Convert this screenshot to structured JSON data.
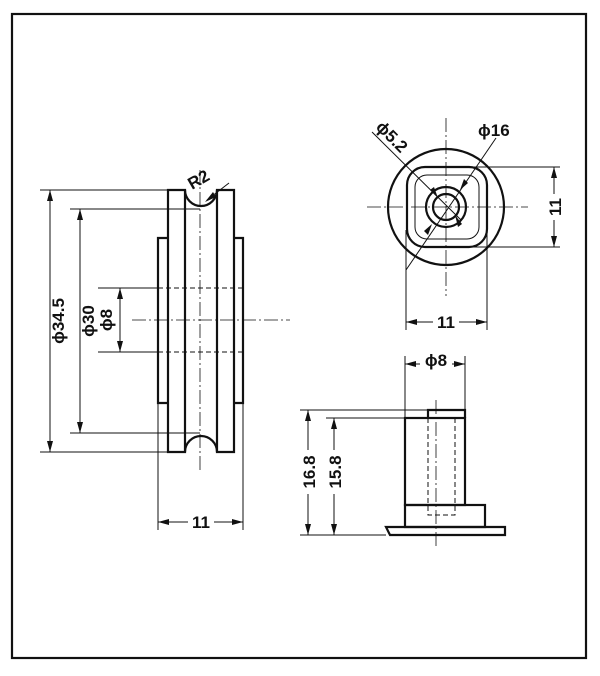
{
  "drawing": {
    "views": {
      "front": {
        "dia_outer": "ϕ34.5",
        "dia_groove": "ϕ30",
        "dia_bore": "ϕ8",
        "groove_radius": "R2",
        "width": "11"
      },
      "side": {
        "dia_hub": "ϕ16",
        "dia_hole": "ϕ5.2",
        "square_h": "11",
        "square_w": "11"
      },
      "axle": {
        "dia_shaft": "ϕ8",
        "height_total": "16.8",
        "height_shaft": "15.8"
      }
    }
  }
}
